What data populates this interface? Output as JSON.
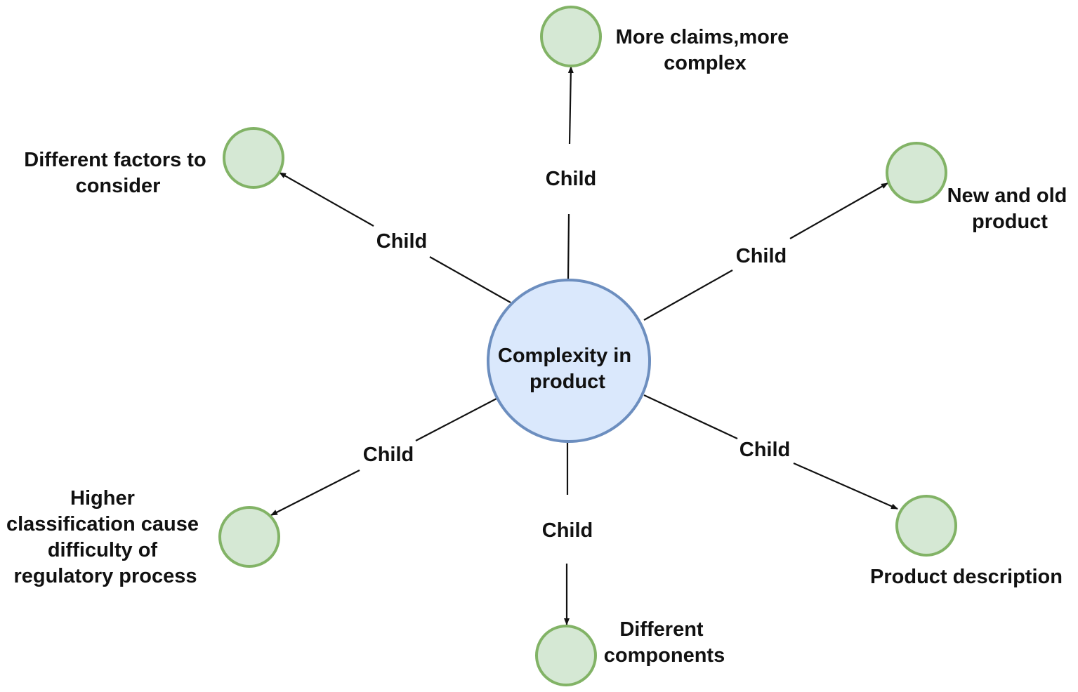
{
  "colors": {
    "center_fill": "#dae8fc",
    "center_stroke": "#6c8ebf",
    "child_fill": "#d5e8d4",
    "child_stroke": "#82b366",
    "edge": "#111111"
  },
  "center": {
    "label_lines": [
      "Complexity in",
      "product"
    ]
  },
  "edge_label": "Child",
  "children": [
    {
      "id": "top",
      "label_lines": [
        "More claims,more",
        "complex"
      ]
    },
    {
      "id": "upper-left",
      "label_lines": [
        "Different factors to",
        "consider"
      ]
    },
    {
      "id": "upper-right",
      "label_lines": [
        "New and old",
        "product"
      ]
    },
    {
      "id": "lower-left",
      "label_lines": [
        "Higher",
        "classification cause",
        "difficulty of",
        "regulatory process"
      ]
    },
    {
      "id": "lower-right",
      "label_lines": [
        "Product description"
      ]
    },
    {
      "id": "bottom",
      "label_lines": [
        "Different",
        "components"
      ]
    }
  ]
}
